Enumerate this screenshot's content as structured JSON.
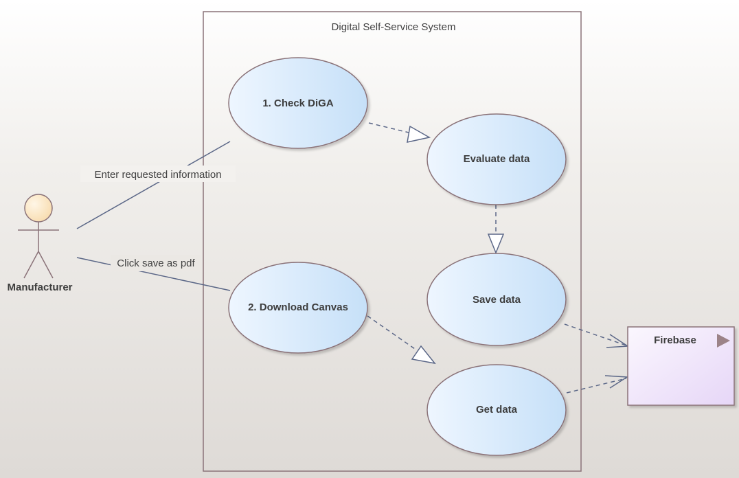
{
  "diagram": {
    "system_boundary": {
      "title": "Digital Self-Service System"
    },
    "actor": {
      "name": "Manufacturer"
    },
    "use_cases": {
      "check_diga": "1. Check DiGA",
      "evaluate_data": "Evaluate data",
      "save_data": "Save data",
      "download_canvas": "2. Download Canvas",
      "get_data": "Get data"
    },
    "component": {
      "name": "Firebase"
    },
    "associations": {
      "enter_info": "Enter requested information",
      "click_save": "Click save as pdf"
    },
    "colors": {
      "line": "#5b6787",
      "ellipse_stroke": "#8a7278",
      "boundary_stroke": "#8a7278",
      "actor_fill": "#fbe3bd",
      "component_fill": "#f3e9fb",
      "arrow_head_fill": "#9c8388"
    }
  }
}
